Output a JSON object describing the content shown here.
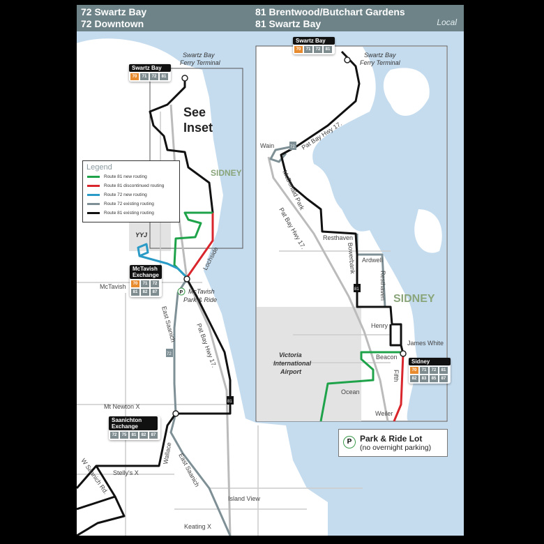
{
  "header": {
    "left_line1": "72 Swartz Bay",
    "left_line2": "72 Downtown",
    "right_line1": "81 Brentwood/Butchart Gardens",
    "right_line2": "81 Swartz Bay",
    "service_type": "Local"
  },
  "colors": {
    "route81_new": "#1fa34a",
    "route81_discontinued": "#d9262c",
    "route72_new": "#2a9ac6",
    "route72_existing": "#7e9095",
    "route81_existing": "#111111",
    "water": "#c5dcef",
    "tile_70": "#e88a2e"
  },
  "legend": {
    "title": "Legend",
    "items": [
      {
        "label": "Route 81 new routing",
        "color": "#1fa34a"
      },
      {
        "label": "Route 81 discontinued routing",
        "color": "#d9262c"
      },
      {
        "label": "Route 72 new routing",
        "color": "#2a9ac6"
      },
      {
        "label": "Route 72 existing routing",
        "color": "#7e9095"
      },
      {
        "label": "Route 81 existing routing",
        "color": "#111111"
      }
    ]
  },
  "stops": [
    {
      "name": "Swartz Bay",
      "routes": [
        "70",
        "71",
        "72",
        "81"
      ]
    },
    {
      "name": "McTavish Exchange",
      "routes": [
        "70",
        "71",
        "72",
        "81",
        "82",
        "87"
      ]
    },
    {
      "name": "Saanichton Exchange",
      "routes": [
        "72",
        "75",
        "81",
        "82",
        "87"
      ]
    },
    {
      "name": "Swartz Bay",
      "routes": [
        "70",
        "71",
        "72",
        "81"
      ]
    },
    {
      "name": "Sidney",
      "routes": [
        "70",
        "71",
        "72",
        "81",
        "82",
        "83",
        "85",
        "87"
      ]
    }
  ],
  "labels": {
    "ferry_main_1": "Swartz Bay",
    "ferry_main_2": "Ferry Terminal",
    "see_inset_1": "See",
    "see_inset_2": "Inset",
    "sidney_main": "SIDNEY",
    "yyj": "YYJ",
    "lochside": "Lochside",
    "mctavish": "McTavish",
    "mctavish_pr_1": "McTavish",
    "mctavish_pr_2": "Park & Ride",
    "east_saanich": "East Saanich",
    "pat_bay_main": "Pat Bay Hwy 17.",
    "mt_newton": "Mt Newton X",
    "w_saanich": "W Saanich Rd.",
    "stellys": "Stelly's X",
    "wallace": "Wallace",
    "east_saanich_2": "East Saanich",
    "island_view": "Island View",
    "keating": "Keating X",
    "ferry_inset_1": "Swartz Bay",
    "ferry_inset_2": "Ferry Terminal",
    "wain": "Wain",
    "pat_bay_inset_1": "Pat Bay Hwy 17.",
    "mcdonald_park": "McDonald Park",
    "pat_bay_inset_2": "Pat Bay Hwy 17.",
    "resthaven_1": "Resthaven",
    "bowerbank": "Bowerbank",
    "ardwell": "Ardwell",
    "resthaven_2": "Resthaven",
    "sidney_inset": "SIDNEY",
    "henry": "Henry",
    "james_white": "James White",
    "beacon": "Beacon",
    "fifth": "Fifth",
    "airport_1": "Victoria",
    "airport_2": "International",
    "airport_3": "Airport",
    "ocean": "Ocean",
    "weiler": "Weiler",
    "shield_72": "72",
    "shield_81": "81"
  },
  "park_ride": {
    "symbol": "P",
    "title": "Park & Ride Lot",
    "subtitle": "(no overnight parking)"
  }
}
